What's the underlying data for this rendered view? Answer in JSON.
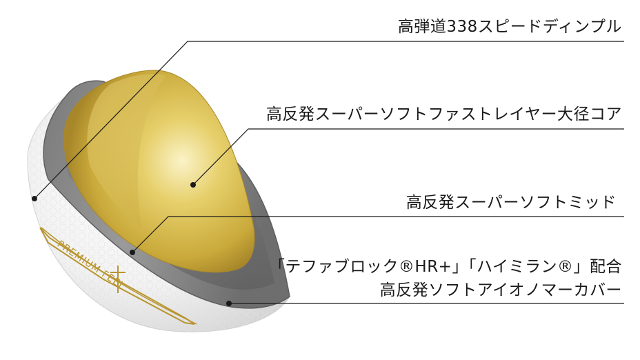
{
  "labels": {
    "dimple": "高弾道338スピードディンプル",
    "core": "高反発スーパーソフトファストレイヤー大径コア",
    "mid": "高反発スーパーソフトミッド",
    "cover_line1": "「テファブロック®HR+」「ハイミラン®」配合",
    "cover_line2": "高反発ソフトアイオノマーカバー"
  },
  "ball_print": "PREMIUM FEEL",
  "colors": {
    "core_gold": "#c9a93a",
    "mid_gray": "#8a8a8a",
    "cover_white": "#f4f4f4",
    "band_gold": "#b89530",
    "leader_line": "#1a1a1a"
  }
}
